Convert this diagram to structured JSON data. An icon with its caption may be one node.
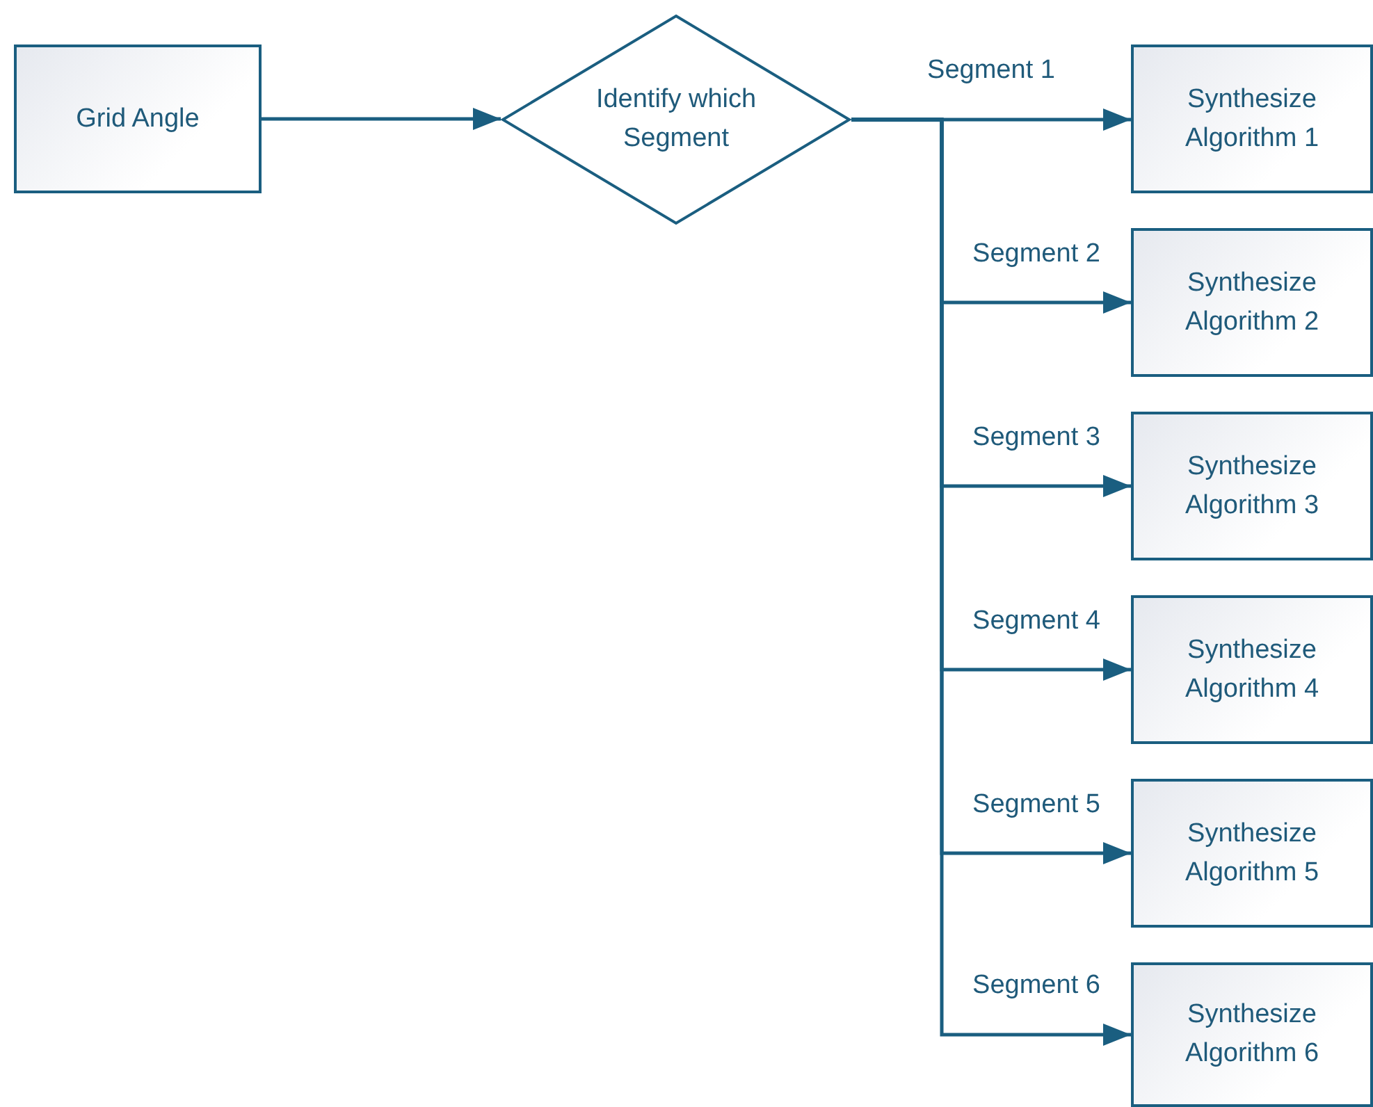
{
  "diagram": {
    "nodes": [
      {
        "text": [
          "Grid Angle"
        ]
      },
      {
        "text": [
          "Identify which Segment"
        ]
      },
      {
        "text": [
          "Synthesize Algorithm 1"
        ]
      },
      {
        "text": [
          "Synthesize Algorithm 2"
        ]
      },
      {
        "text": [
          "Synthesize Algorithm 3"
        ]
      },
      {
        "text": [
          "Synthesize Algorithm 4"
        ]
      },
      {
        "text": [
          "Synthesize Algorithm 5"
        ]
      },
      {
        "text": [
          "Synthesize Algorithm 6"
        ]
      }
    ],
    "edges": [
      {
        "from": 0,
        "to": 1,
        "arrow": "to"
      },
      {
        "from": 1,
        "to": 2,
        "arrow": "to",
        "label": "Segment 1"
      },
      {
        "from": 1,
        "to": 3,
        "arrow": "to",
        "label": "Segment 2"
      },
      {
        "from": 1,
        "to": 4,
        "arrow": "to",
        "label": "Segment 3"
      },
      {
        "from": 1,
        "to": 5,
        "arrow": "to",
        "label": "Segment 4"
      },
      {
        "from": 1,
        "to": 6,
        "arrow": "to",
        "label": "Segment 5"
      },
      {
        "from": 1,
        "to": 7,
        "arrow": "to",
        "label": "Segment 6"
      }
    ]
  }
}
